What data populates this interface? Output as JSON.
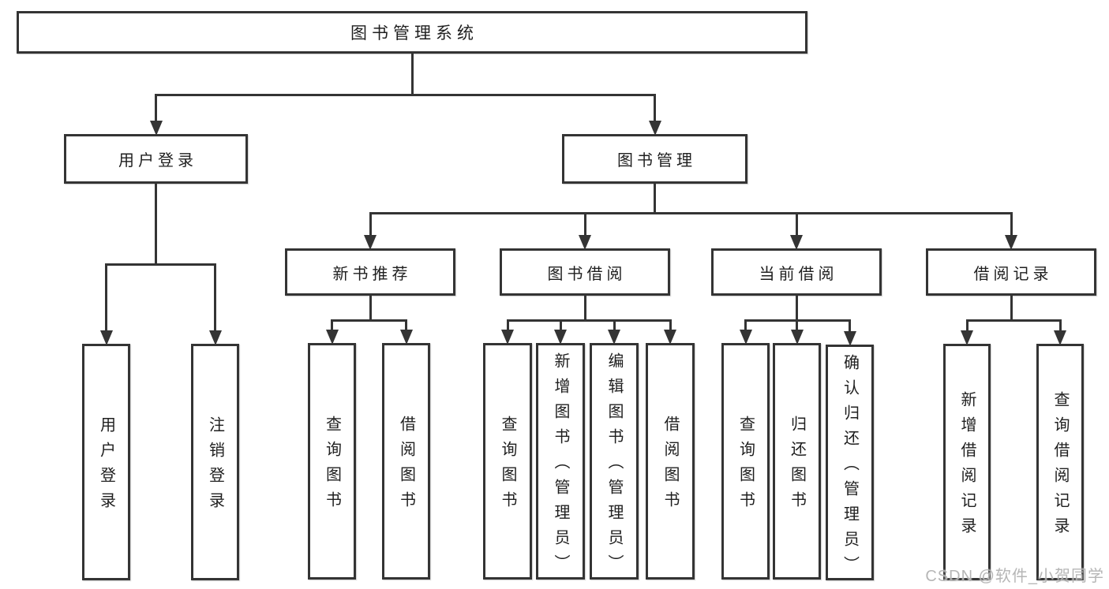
{
  "diagram": {
    "title": "图书管理系统",
    "type": "hierarchy-tree"
  },
  "nodes": [
    {
      "id": "root",
      "label": "图书管理系统",
      "parent": null
    },
    {
      "id": "user-login",
      "label": "用户登录",
      "parent": "root"
    },
    {
      "id": "book-mgmt",
      "label": "图书管理",
      "parent": "root"
    },
    {
      "id": "new-book-rec",
      "label": "新书推荐",
      "parent": "book-mgmt"
    },
    {
      "id": "book-borrow",
      "label": "图书借阅",
      "parent": "book-mgmt"
    },
    {
      "id": "current-borrow",
      "label": "当前借阅",
      "parent": "book-mgmt"
    },
    {
      "id": "borrow-records",
      "label": "借阅记录",
      "parent": "book-mgmt"
    },
    {
      "id": "leaf-user-login",
      "label": "用户登录",
      "parent": "user-login"
    },
    {
      "id": "leaf-logout",
      "label": "注销登录",
      "parent": "user-login"
    },
    {
      "id": "leaf-nbr-query",
      "label": "查询图书",
      "parent": "new-book-rec"
    },
    {
      "id": "leaf-nbr-borrow",
      "label": "借阅图书",
      "parent": "new-book-rec"
    },
    {
      "id": "leaf-bb-query",
      "label": "查询图书",
      "parent": "book-borrow"
    },
    {
      "id": "leaf-bb-add",
      "label": "新增图书（管理员）",
      "parent": "book-borrow"
    },
    {
      "id": "leaf-bb-edit",
      "label": "编辑图书（管理员）",
      "parent": "book-borrow"
    },
    {
      "id": "leaf-bb-borrow",
      "label": "借阅图书",
      "parent": "book-borrow"
    },
    {
      "id": "leaf-cb-query",
      "label": "查询图书",
      "parent": "current-borrow"
    },
    {
      "id": "leaf-cb-return",
      "label": "归还图书",
      "parent": "current-borrow"
    },
    {
      "id": "leaf-cb-confirm",
      "label": "确认归还（管理员）",
      "parent": "current-borrow"
    },
    {
      "id": "leaf-br-add",
      "label": "新增借阅记录",
      "parent": "borrow-records"
    },
    {
      "id": "leaf-br-query",
      "label": "查询借阅记录",
      "parent": "borrow-records"
    }
  ],
  "watermark": {
    "text": "CSDN @软件_小贺同学"
  },
  "colors": {
    "line": "#343434",
    "text": "#1f1f1f",
    "background": "#ffffff",
    "watermark": "#b0b0b0"
  }
}
